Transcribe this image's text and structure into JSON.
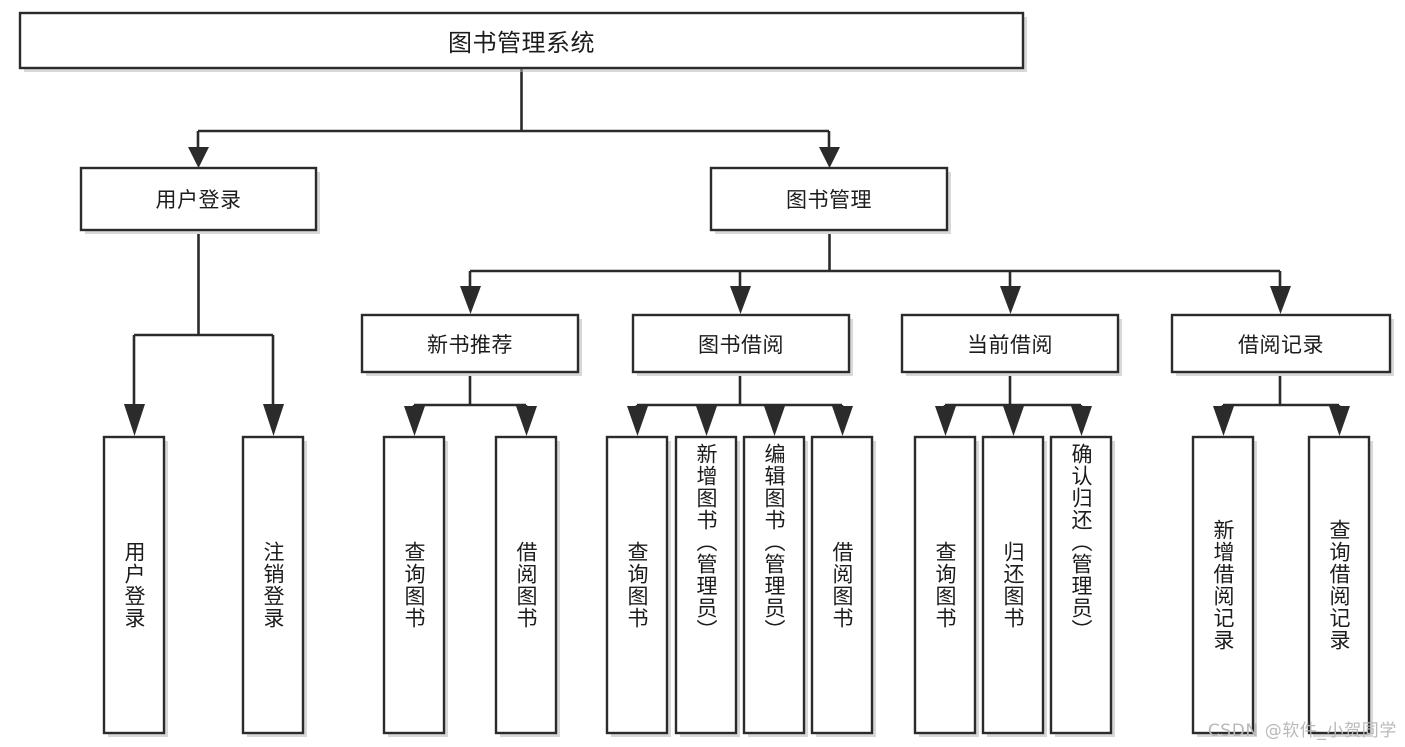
{
  "diagram": {
    "type": "tree-hierarchy",
    "orientation": "top-down",
    "title_node": {
      "id": "root",
      "label": "图书管理系统"
    },
    "level1": [
      {
        "id": "user-login",
        "label": "用户登录"
      },
      {
        "id": "book-manage",
        "label": "图书管理"
      }
    ],
    "level2": [
      {
        "id": "new-book-rec",
        "label": "新书推荐",
        "parent": "book-manage"
      },
      {
        "id": "book-borrow",
        "label": "图书借阅",
        "parent": "book-manage"
      },
      {
        "id": "current-borrow",
        "label": "当前借阅",
        "parent": "book-manage"
      },
      {
        "id": "borrow-record",
        "label": "借阅记录",
        "parent": "book-manage"
      }
    ],
    "leaves": [
      {
        "id": "leaf-user-login",
        "label": "用户登录",
        "parent": "user-login"
      },
      {
        "id": "leaf-user-logout",
        "label": "注销登录",
        "parent": "user-login"
      },
      {
        "id": "leaf-rec-query",
        "label": "查询图书",
        "parent": "new-book-rec"
      },
      {
        "id": "leaf-rec-borrow",
        "label": "借阅图书",
        "parent": "new-book-rec"
      },
      {
        "id": "leaf-borrow-query",
        "label": "查询图书",
        "parent": "book-borrow"
      },
      {
        "id": "leaf-borrow-add",
        "label": "新增图书（管理员）",
        "parent": "book-borrow"
      },
      {
        "id": "leaf-borrow-edit",
        "label": "编辑图书（管理员）",
        "parent": "book-borrow"
      },
      {
        "id": "leaf-borrow-do",
        "label": "借阅图书",
        "parent": "book-borrow"
      },
      {
        "id": "leaf-cur-query",
        "label": "查询图书",
        "parent": "current-borrow"
      },
      {
        "id": "leaf-cur-return",
        "label": "归还图书",
        "parent": "current-borrow"
      },
      {
        "id": "leaf-cur-confirm",
        "label": "确认归还（管理员）",
        "parent": "current-borrow"
      },
      {
        "id": "leaf-rec-add",
        "label": "新增借阅记录",
        "parent": "borrow-record"
      },
      {
        "id": "leaf-rec-query2",
        "label": "查询借阅记录",
        "parent": "borrow-record"
      }
    ],
    "colors": {
      "stroke": "#2b2b2b",
      "fill": "#ffffff",
      "text": "#1c1c1c",
      "watermark": "#b9b9b9"
    }
  },
  "watermark": {
    "text": "CSDN @软件_小贺同学"
  }
}
